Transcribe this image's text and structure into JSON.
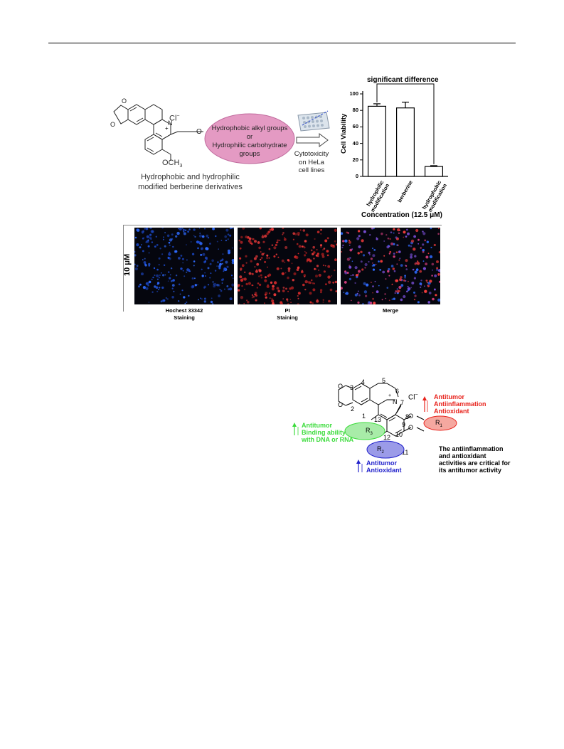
{
  "figure1": {
    "molecule": {
      "counterion": "Cl",
      "counterion_sup": "−",
      "n_charge": "+",
      "methoxy": "OCH",
      "methoxy_sub": "3",
      "caption_line1": "Hydrophobic and hydrophilic",
      "caption_line2": "modified berberine derivatives"
    },
    "oval": {
      "line1": "Hydrophobic alkyl groups",
      "line2": "or",
      "line3": "Hydrophilic carbohydrate",
      "line4": "groups"
    },
    "cytotoxicity": {
      "line1": "Cytotoxicity",
      "line2": "on HeLa",
      "line3": "cell lines"
    },
    "micrographs": {
      "concentration": "10 μM",
      "panels": [
        {
          "label1": "Hochest 33342",
          "label2": "Staining"
        },
        {
          "label1": "PI",
          "label2": "Staining"
        },
        {
          "label1": "Merge",
          "label2": ""
        }
      ]
    }
  },
  "chart_data": {
    "type": "bar",
    "title": "significant difference",
    "xlabel": "Concentration (12.5 μM)",
    "ylabel": "Cell Viability",
    "ylim": [
      0,
      100
    ],
    "yticks": [
      "0",
      "20",
      "40",
      "60",
      "80",
      "100"
    ],
    "categories": [
      {
        "line1": "hydrophilic",
        "line2": "modification"
      },
      {
        "line1": "berberine",
        "line2": ""
      },
      {
        "line1": "hydrophobic",
        "line2": "modification"
      }
    ],
    "values": [
      85,
      83,
      12
    ],
    "errors": [
      3,
      7,
      1
    ],
    "grid": false
  },
  "figure2": {
    "counterion": "Cl",
    "counterion_sup": "−",
    "n_label": "N",
    "plus": "+",
    "numbers": [
      "3",
      "4",
      "5",
      "6",
      "7",
      "8",
      "9",
      "10",
      "11",
      "12",
      "13",
      "1",
      "2"
    ],
    "R1": "R",
    "R1_sub": "1",
    "R2": "R",
    "R2_sub": "2",
    "R3": "R",
    "R3_sub": "3",
    "red_labels": [
      "Antitumor",
      "Antiinflammation",
      "Antioxidant"
    ],
    "green_labels": [
      "Antitumor",
      "Binding ability",
      "with DNA or RNA"
    ],
    "blue_labels": [
      "Antitumor",
      "Antioxidant"
    ],
    "note": [
      "The antiinflammation",
      "and antioxidant",
      "activities are critical for",
      "its antitumor activity"
    ],
    "colors": {
      "red": "#e8231c",
      "green": "#3ddc3d",
      "blue": "#2222cc"
    }
  }
}
